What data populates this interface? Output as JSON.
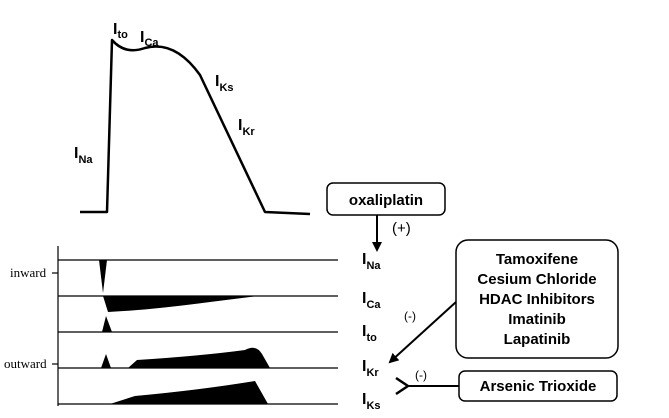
{
  "ap_labels": {
    "na": {
      "main": "I",
      "sub": "Na"
    },
    "to": {
      "main": "I",
      "sub": "to"
    },
    "ca": {
      "main": "I",
      "sub": "Ca"
    },
    "ks": {
      "main": "I",
      "sub": "Ks"
    },
    "kr": {
      "main": "I",
      "sub": "Kr"
    }
  },
  "axis_labels": {
    "inward": "inward",
    "outward": "outward"
  },
  "current_labels": {
    "na": {
      "main": "I",
      "sub": "Na"
    },
    "ca": {
      "main": "I",
      "sub": "Ca"
    },
    "to": {
      "main": "I",
      "sub": "to"
    },
    "kr": {
      "main": "I",
      "sub": "Kr"
    },
    "ks": {
      "main": "I",
      "sub": "Ks"
    }
  },
  "oxaliplatin": {
    "label": "oxaliplatin",
    "effect": "(+)"
  },
  "inhibitors": {
    "effect": "(-)",
    "items": [
      "Tamoxifene",
      "Cesium Chloride",
      "HDAC Inhibitors",
      "Imatinib",
      "Lapatinib"
    ]
  },
  "arsenic": {
    "label": "Arsenic Trioxide",
    "effect": "(-)"
  }
}
